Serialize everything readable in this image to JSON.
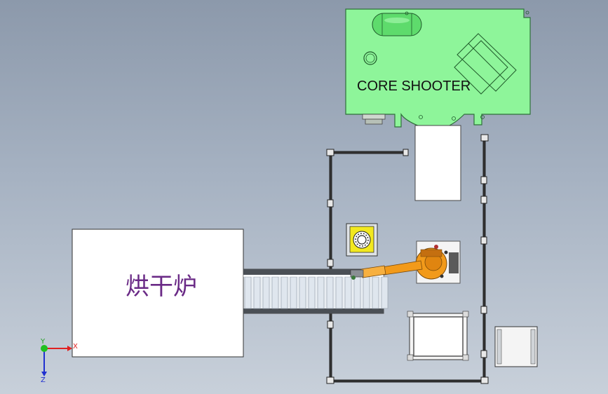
{
  "core_shooter": {
    "label": "CORE SHOOTER",
    "fill_color": "#8ef59a",
    "outline_color": "#2f6f3a"
  },
  "drying_oven": {
    "label": "烘干炉",
    "label_color": "#6a2a86"
  },
  "robot": {
    "color": "#f29a1a"
  },
  "triad": {
    "x_label": "X",
    "y_label": "Y",
    "z_label": "Z",
    "x_color": "#e02020",
    "y_color": "#20c020",
    "z_color": "#2030d0"
  }
}
